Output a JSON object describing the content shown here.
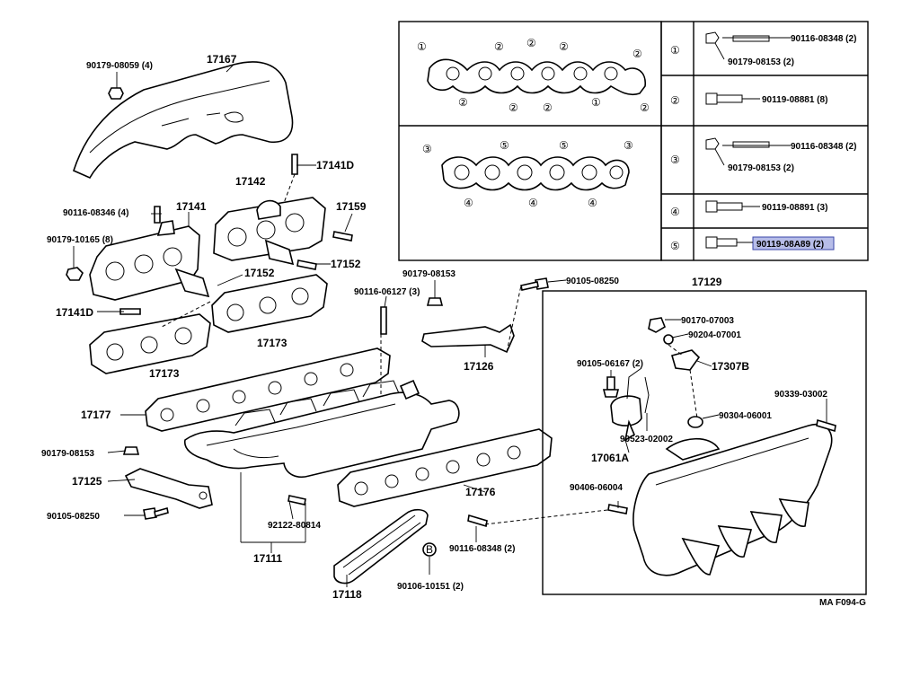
{
  "labels": {
    "p90179_08059": "90179-08059 (4)",
    "p17167": "17167",
    "p17141D_top": "17141D",
    "p17142": "17142",
    "p17141": "17141",
    "p90116_08346": "90116-08346 (4)",
    "p17159": "17159",
    "p90179_10165": "90179-10165 (8)",
    "p17152_a": "17152",
    "p17152_b": "17152",
    "p17141D_left": "17141D",
    "p17173_a": "17173",
    "p17173_b": "17173",
    "p90179_08153_top": "90179-08153",
    "p90116_06127": "90116-06127 (3)",
    "p90105_08250_top": "90105-08250",
    "p17126": "17126",
    "p17129": "17129",
    "p17177": "17177",
    "p90179_08153_left": "90179-08153",
    "p17125": "17125",
    "p90105_08250_left": "90105-08250",
    "p92122_80814": "92122-80814",
    "p17111": "17111",
    "p17176": "17176",
    "p17118": "17118",
    "pB": "B",
    "p90106_10151": "90106-10151 (2)",
    "p90116_08348_bot": "90116-08348 (2)",
    "p90406_06004": "90406-06004",
    "p90170_07003": "90170-07003",
    "p90204_07001": "90204-07001",
    "p90105_06167": "90105-06167 (2)",
    "p17307B": "17307B",
    "p90339_03002": "90339-03002",
    "p90304_06001": "90304-06001",
    "p90523_02002": "90523-02002",
    "p17061A": "17061A",
    "figure_code": "MA F094-G"
  },
  "gasket_panel": {
    "top_markers": [
      "①",
      "②",
      "②",
      "②",
      "②",
      "②",
      "②",
      "②",
      "①",
      "②"
    ],
    "bottom_markers": [
      "③",
      "⑤",
      "⑤",
      "③",
      "④",
      "④",
      "④"
    ]
  },
  "legend": [
    {
      "key": "①",
      "lines": [
        "90116-08348 (2)",
        "90179-08153 (2)"
      ]
    },
    {
      "key": "②",
      "lines": [
        "90119-08881 (8)"
      ]
    },
    {
      "key": "③",
      "lines": [
        "90116-08348 (2)",
        "90179-08153 (2)"
      ]
    },
    {
      "key": "④",
      "lines": [
        "90119-08891 (3)"
      ]
    },
    {
      "key": "⑤",
      "lines": [
        "90119-08A89 (2)"
      ],
      "highlighted": true
    }
  ],
  "colors": {
    "highlight": "#b7bde8",
    "ink": "#000000"
  }
}
